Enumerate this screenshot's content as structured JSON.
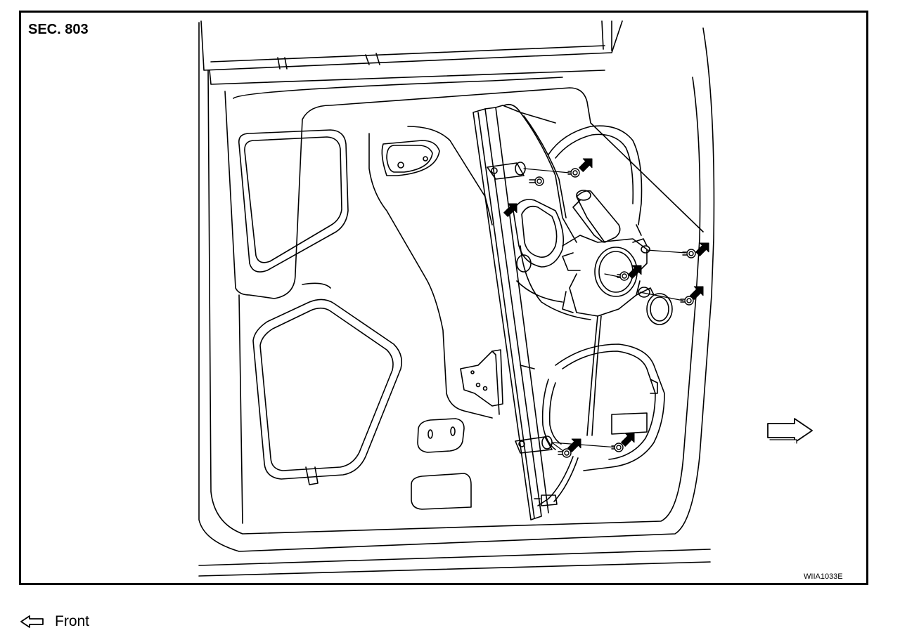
{
  "diagram": {
    "section_label": "SEC. 803",
    "figure_code": "WIIA1033E"
  },
  "legend": {
    "text": "Front",
    "icon": "hollow-arrow-left-icon"
  },
  "colors": {
    "line": "#000000",
    "background": "#ffffff"
  },
  "icons": {
    "fastener_pointer": "solid-arrow-icon",
    "front_direction": "hollow-arrow-right-icon",
    "bolt": "bolt-icon"
  }
}
